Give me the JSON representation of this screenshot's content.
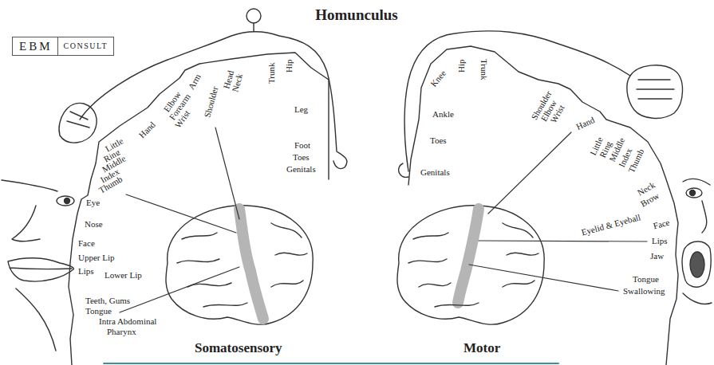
{
  "diagram": {
    "title": "Homunculus",
    "nodes": [
      {
        "text": [
          "EBM",
          "CONSULT"
        ]
      }
    ],
    "labels": [
      "Arm",
      "Shoulder",
      "Head",
      "Neck",
      "Trunk",
      "Hip",
      "Leg",
      "Foot",
      "Toes",
      "Genitals",
      "Elbow",
      "Forearm",
      "Wrist",
      "Hand",
      "Little",
      "Ring",
      "Middle",
      "Index",
      "Thumb",
      "Eye",
      "Nose",
      "Face",
      "Upper Lip",
      "Lips",
      "Lower Lip",
      "Teeth, Gums",
      "Tongue",
      "Intra Abdominal",
      "Pharynx",
      "Somatosensory",
      "Hip",
      "Trunk",
      "Knee",
      "Ankle",
      "Toes",
      "Genitals",
      "Shoulder",
      "Elbow",
      "Wrist",
      "Hand",
      "Little",
      "Ring",
      "Middle",
      "Index",
      "Thumb",
      "Neck",
      "Brow",
      "Eyelid & Eyeball",
      "Face",
      "Lips",
      "Jaw",
      "Tongue",
      "Swallowing",
      "Motor"
    ]
  }
}
